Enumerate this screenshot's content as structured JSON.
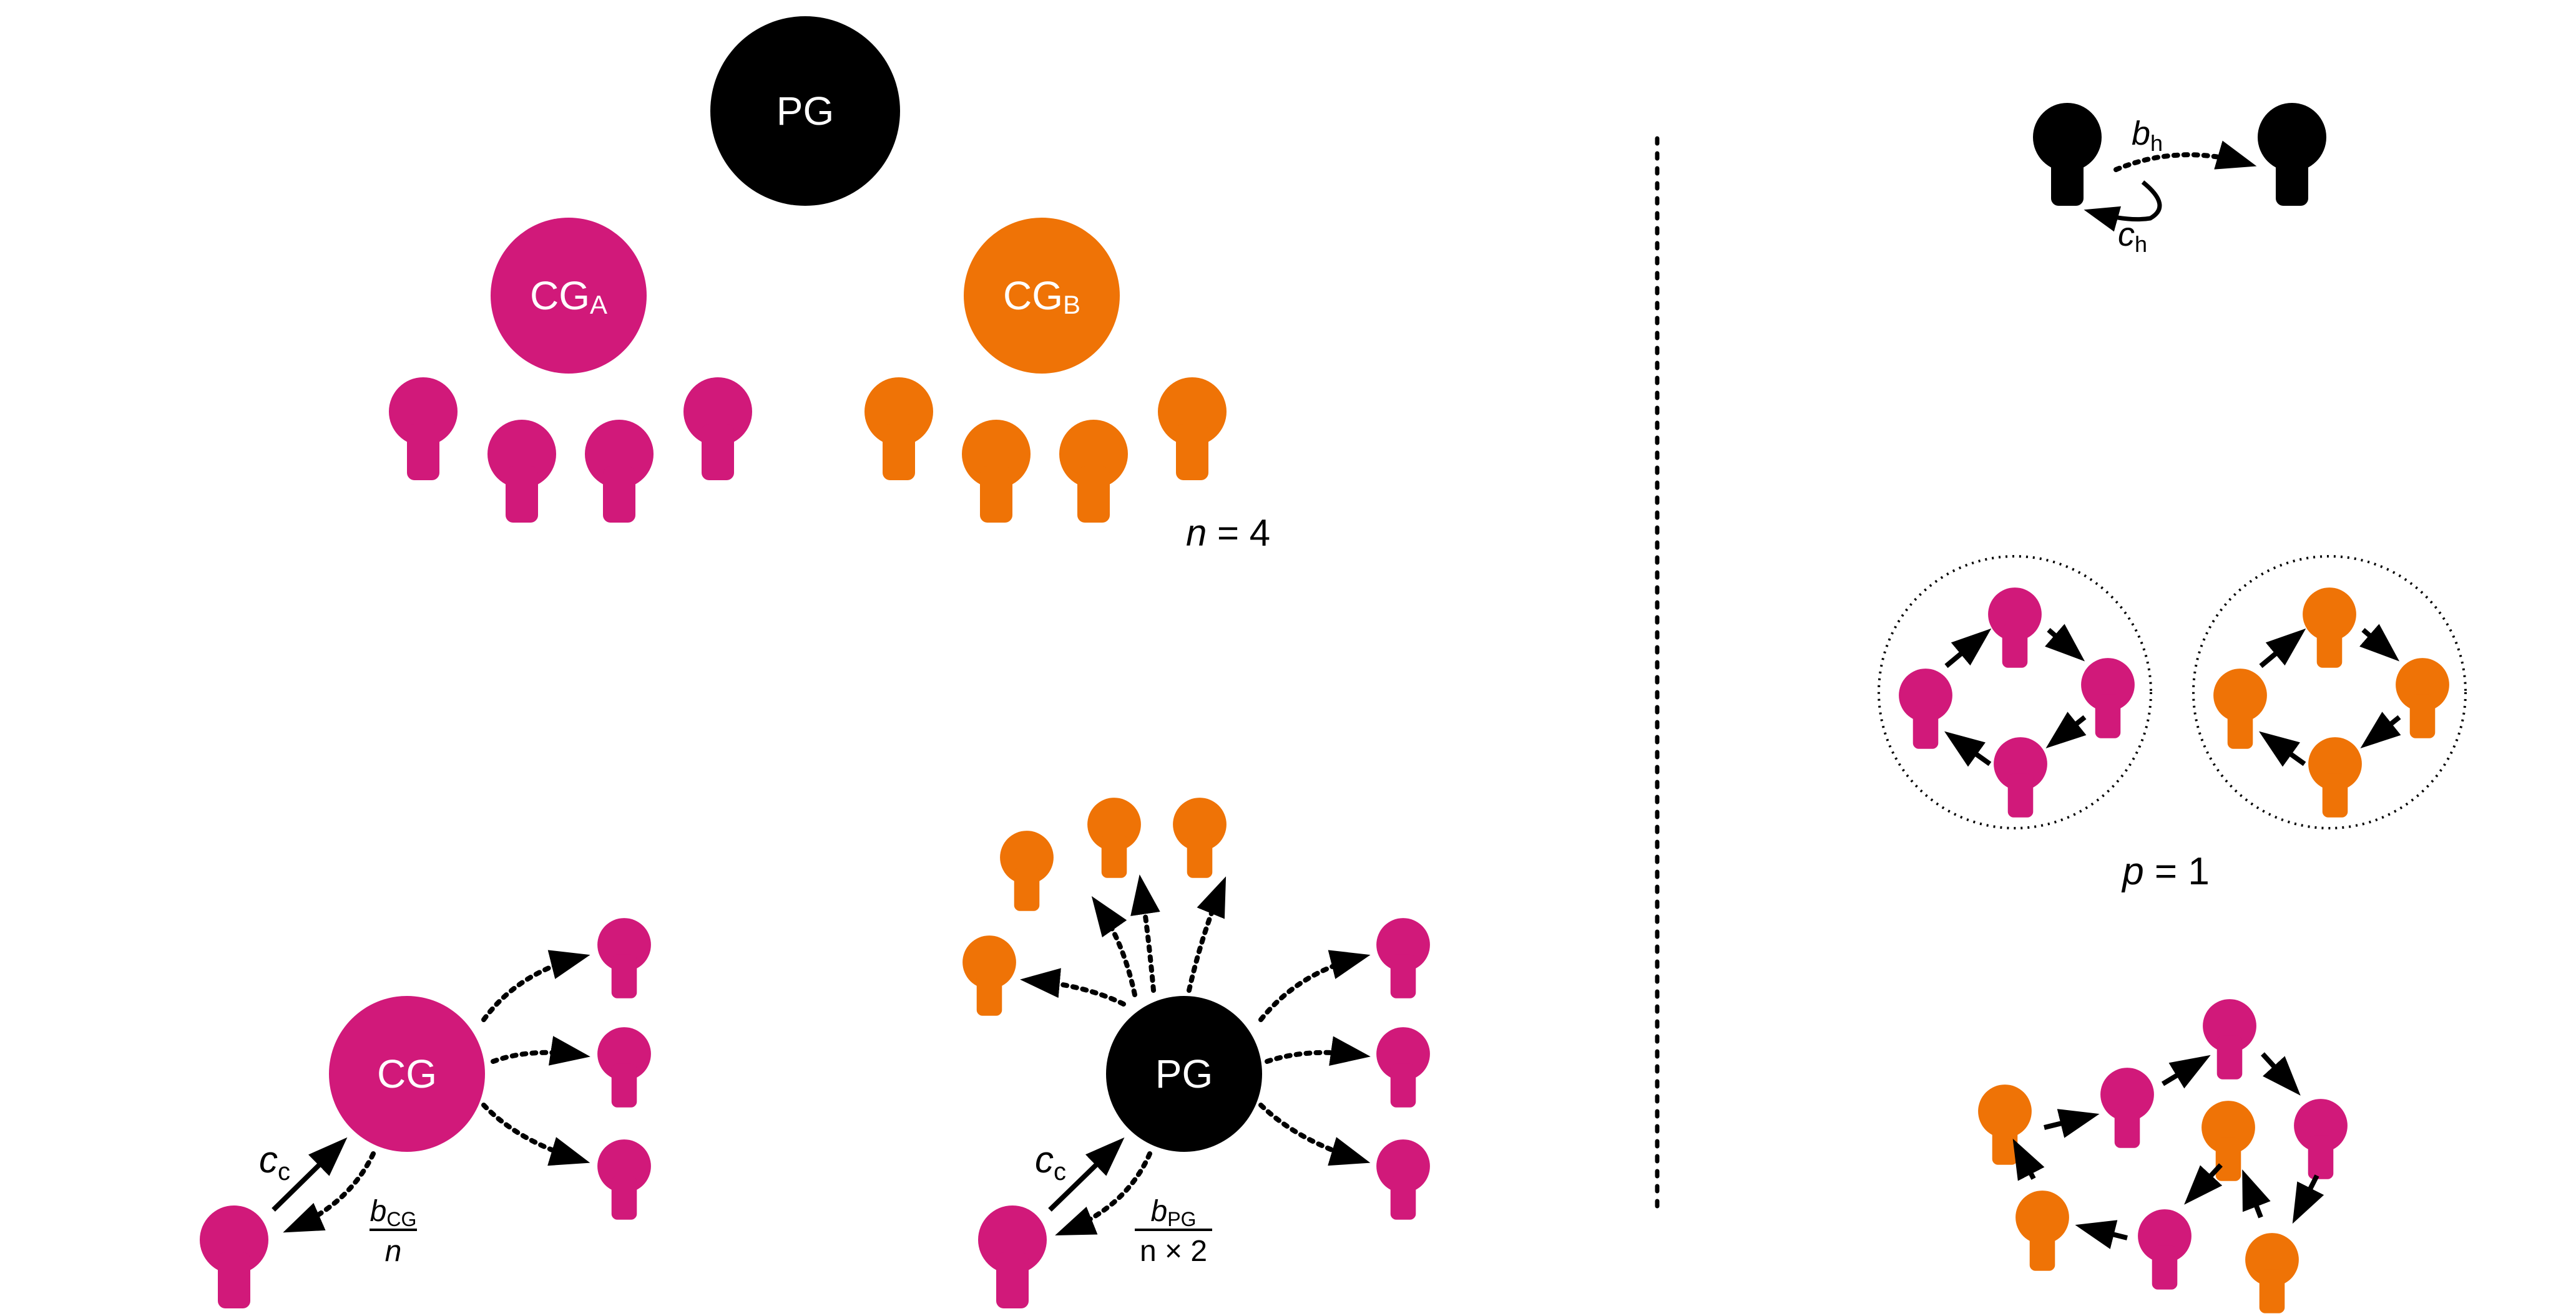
{
  "colors": {
    "magenta": "#d1197a",
    "orange": "#ef7306",
    "black": "#000000"
  },
  "groups": {
    "public": "PG",
    "club_a_base": "CG",
    "club_a_sub": "A",
    "club_b_base": "CG",
    "club_b_sub": "B",
    "club": "CG"
  },
  "labels": {
    "n_var": "n",
    "n_eq": " = 4",
    "p_var": "p",
    "p_eq": " = 1",
    "bh_base": "b",
    "bh_sub": "h",
    "ch_base": "c",
    "ch_sub": "h",
    "cc1_base": "c",
    "cc1_sub": "c",
    "bcg_base": "b",
    "bcg_sub": "CG",
    "bcg_den": "n",
    "cc2_base": "c",
    "cc2_sub": "c",
    "bpg_base": "b",
    "bpg_sub": "PG",
    "bpg_den": "n × 2"
  }
}
